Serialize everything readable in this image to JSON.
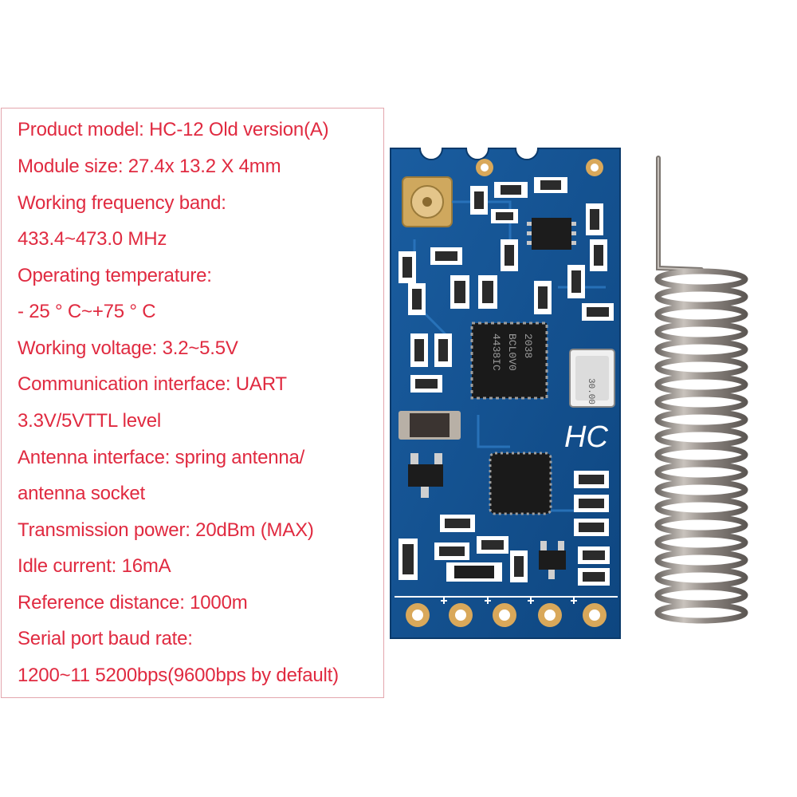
{
  "specs": [
    "Product model: HC-12 Old version(A)",
    "Module size: 27.4x 13.2 X 4mm",
    "Working frequency band:",
    "433.4~473.0 MHz",
    "Operating temperature:",
    "- 25 °  C~+75 °  C",
    "Working voltage: 3.2~5.5V",
    "Communication interface: UART",
    "3.3V/5VTTL level",
    "Antenna interface: spring antenna/",
    "antenna socket",
    "Transmission power: 20dBm (MAX)",
    "Idle current: 16mA",
    "Reference distance: 1000m",
    "Serial port baud rate:",
    "1200~11 5200bps(9600bps by default)"
  ],
  "board": {
    "chip1_text": [
      "2038",
      "BCL0V0",
      "4438IC"
    ],
    "crystal_text": "30.00",
    "logo_text": "HC",
    "pcb_color": "#12508f",
    "pad_color": "#d9a85a"
  },
  "colors": {
    "spec_text": "#e02a40",
    "border": "#e3a6ad"
  }
}
